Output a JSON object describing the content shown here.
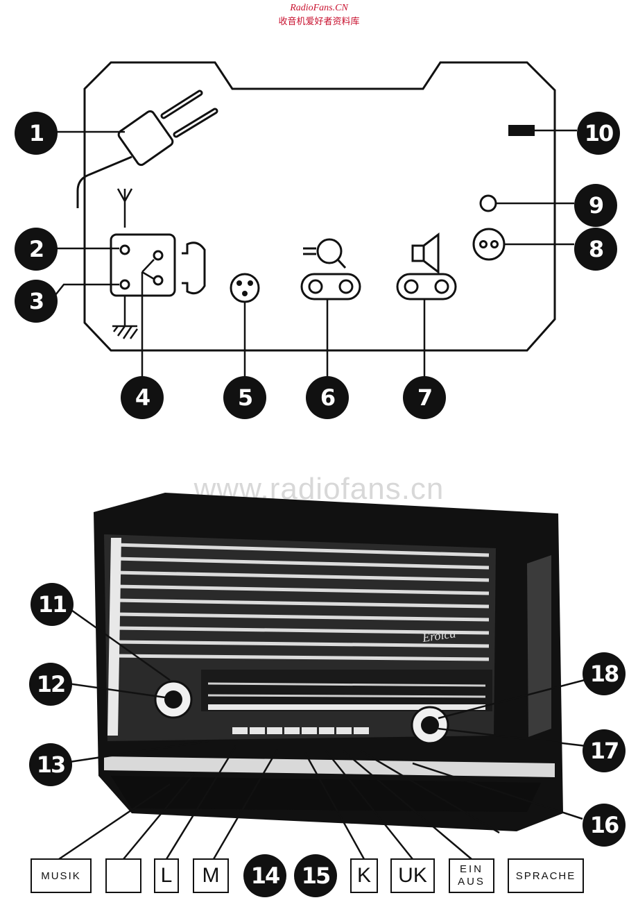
{
  "header": {
    "brand": "RadioFans.CN",
    "subtitle": "收音机爱好者资料库"
  },
  "watermark": "www.radiofans.cn",
  "rear_panel": {
    "callouts": [
      "1",
      "2",
      "3",
      "4",
      "5",
      "6",
      "7",
      "8",
      "9",
      "10"
    ]
  },
  "front_view": {
    "callouts": [
      "11",
      "12",
      "13",
      "14",
      "15",
      "16",
      "17",
      "18"
    ],
    "logo_text": "Eroica"
  },
  "buttons": {
    "musik": "MUSIK",
    "l": "L",
    "m": "M",
    "k": "K",
    "uk": "UK",
    "ein": "EIN",
    "aus": "AUS",
    "sprache": "SPRACHE"
  },
  "icons": [
    "mains-plug-icon",
    "antenna-icon",
    "ground-icon",
    "pickup-icon",
    "speaker-icon",
    "tone-control-icon"
  ]
}
